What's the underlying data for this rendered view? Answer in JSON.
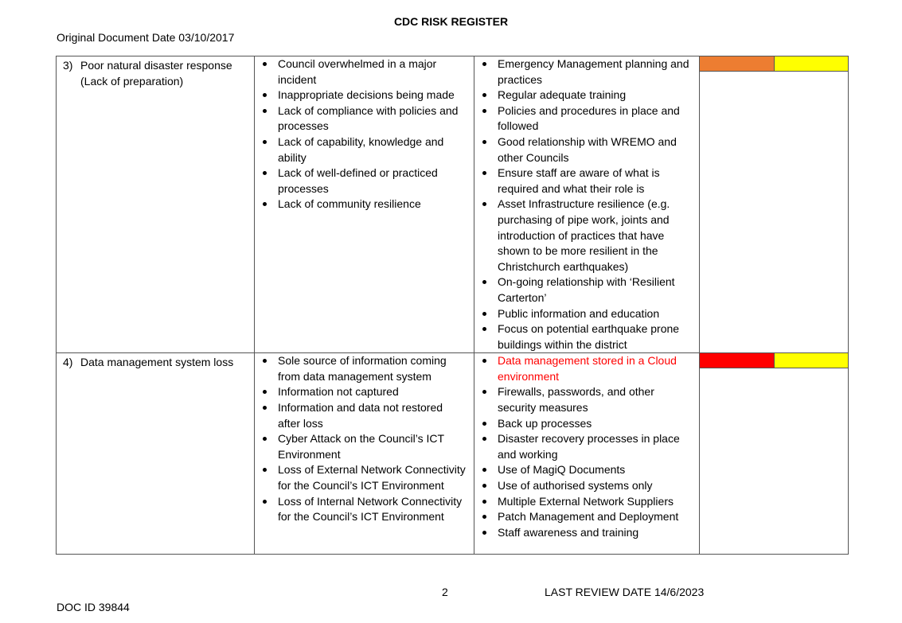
{
  "header": {
    "title": "CDC RISK REGISTER",
    "original_date": "Original Document Date 03/10/2017"
  },
  "rows": [
    {
      "number": "3)",
      "risk_name": "Poor natural disaster response (Lack of preparation)",
      "causes": [
        "Council overwhelmed in a major incident",
        "Inappropriate decisions being made",
        "Lack of compliance with policies and processes",
        "Lack of capability, knowledge and ability",
        "Lack of well-defined or practiced processes",
        "Lack of community resilience"
      ],
      "controls": [
        "Emergency Management planning and practices",
        "Regular adequate training",
        "Policies and procedures in place and followed",
        "Good relationship with WREMO and other Councils",
        "Ensure staff are aware of what is required and what their role is",
        "Asset Infrastructure resilience (e.g. purchasing of pipe work, joints and introduction of practices that have shown to be more resilient in the Christchurch earthquakes)",
        "On-going relationship with ‘Resilient Carterton’",
        "Public information and education",
        "Focus on potential earthquake prone buildings within the district"
      ],
      "ratings": [
        "#ed7d31",
        "#ffff00"
      ]
    },
    {
      "number": "4)",
      "risk_name": "Data management system loss",
      "causes": [
        "Sole source of information coming from data management system",
        "Information not captured",
        "Information and data not restored after loss",
        "Cyber Attack on the Council’s ICT Environment",
        "Loss of External Network Connectivity for the Council’s ICT Environment",
        "Loss of Internal Network Connectivity for the Council’s ICT Environment"
      ],
      "controls": [
        "Data management stored in a Cloud environment",
        "Firewalls, passwords, and other security measures",
        "Back up processes",
        "Disaster recovery processes in place and working",
        "Use of MagiQ Documents",
        "Use of authorised systems only",
        "Multiple External Network Suppliers",
        "Patch Management and Deployment",
        "Staff awareness and training"
      ],
      "highlight_color": "#ff0000",
      "ratings": [
        "#ff0000",
        "#ffff00"
      ]
    }
  ],
  "footer": {
    "page_number": "2",
    "last_review": "LAST REVIEW DATE 14/6/2023",
    "doc_id": "DOC ID 39844"
  }
}
